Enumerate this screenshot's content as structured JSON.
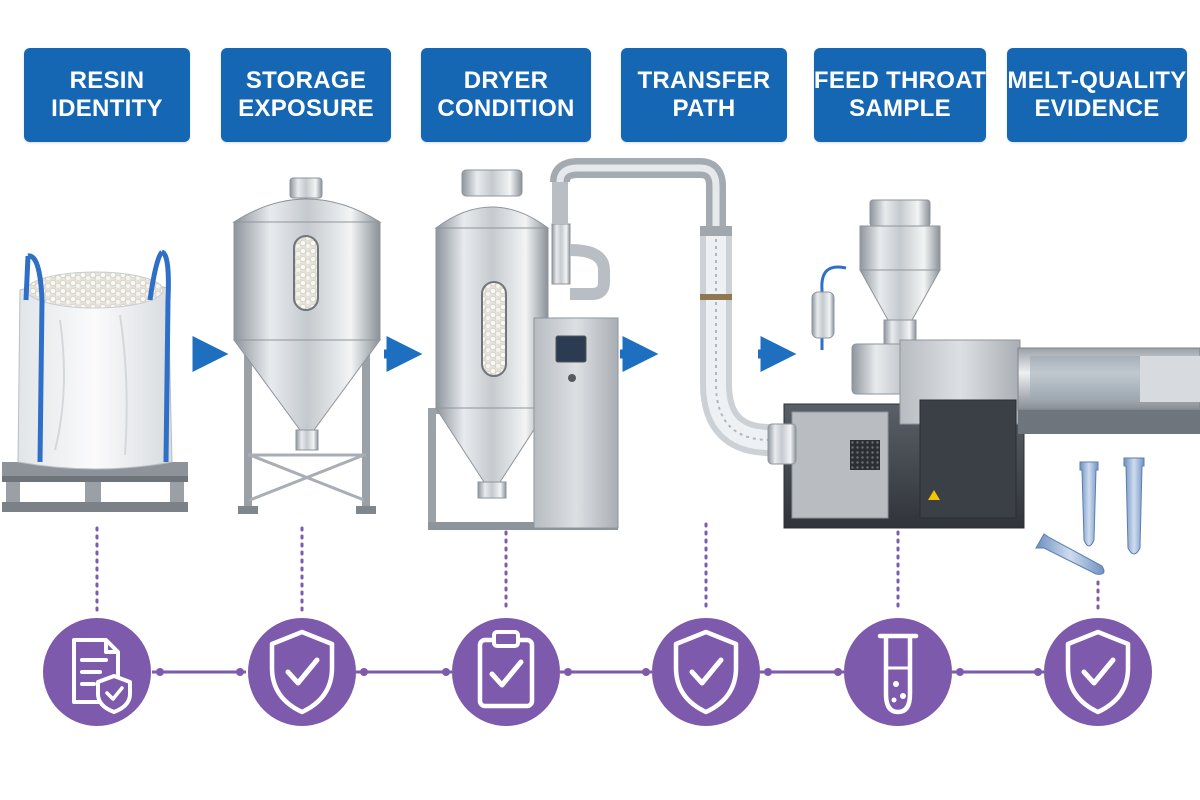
{
  "stages": [
    {
      "line1": "RESIN",
      "line2": "IDENTITY",
      "icon": "document-shield-icon"
    },
    {
      "line1": "STORAGE",
      "line2": "EXPOSURE",
      "icon": "shield-check-icon"
    },
    {
      "line1": "DRYER",
      "line2": "CONDITION",
      "icon": "clipboard-check-icon"
    },
    {
      "line1": "TRANSFER",
      "line2": "PATH",
      "icon": "shield-check-icon"
    },
    {
      "line1": "FEED THROAT",
      "line2": "SAMPLE",
      "icon": "test-tube-icon"
    },
    {
      "line1": "MELT-QUALITY",
      "line2": "EVIDENCE",
      "icon": "shield-check-icon"
    }
  ],
  "colors": {
    "label_bg": "#1566b3",
    "arrow": "#1f6fc0",
    "icon_circle": "#7d5aac",
    "connector": "#7d5aac",
    "steel": "#c9ced3",
    "machine": "#4a4f55"
  }
}
